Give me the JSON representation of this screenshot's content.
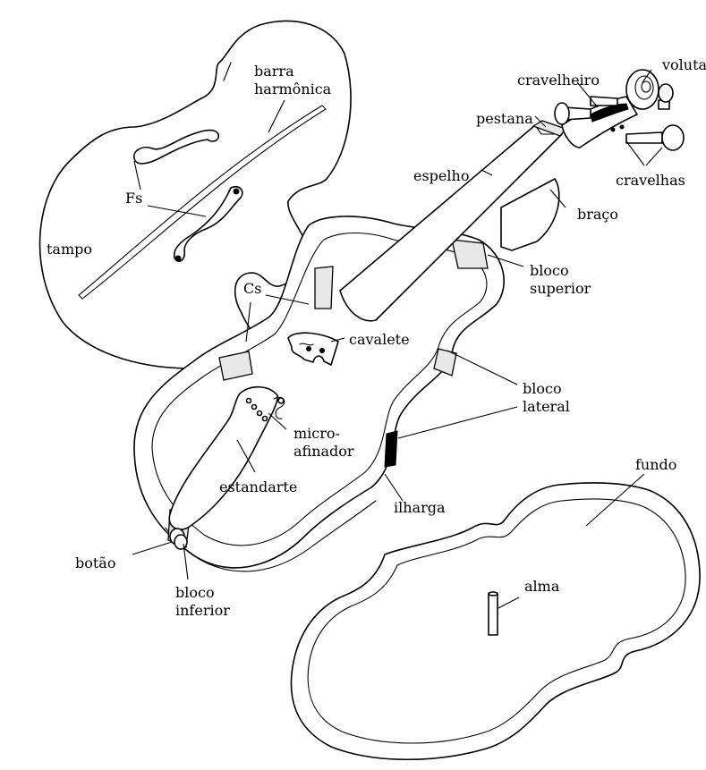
{
  "labels": {
    "barra": "barra",
    "harmonica": "harmônica",
    "fs": "Fs",
    "tampo": "tampo",
    "cs": "Cs",
    "cravelheiro": "cravelheiro",
    "voluta": "voluta",
    "pestana": "pestana",
    "espelho": "espelho",
    "cravelhas": "cravelhas",
    "braco": "braço",
    "bloco_superior_1": "bloco",
    "bloco_superior_2": "superior",
    "cavalete": "cavalete",
    "bloco_lateral_1": "bloco",
    "bloco_lateral_2": "lateral",
    "micro_1": "micro-",
    "micro_2": "afinador",
    "estandarte": "estandarte",
    "ilharga": "ilharga",
    "fundo": "fundo",
    "botao": "botão",
    "bloco_inferior_1": "bloco",
    "bloco_inferior_2": "inferior",
    "alma": "alma"
  }
}
